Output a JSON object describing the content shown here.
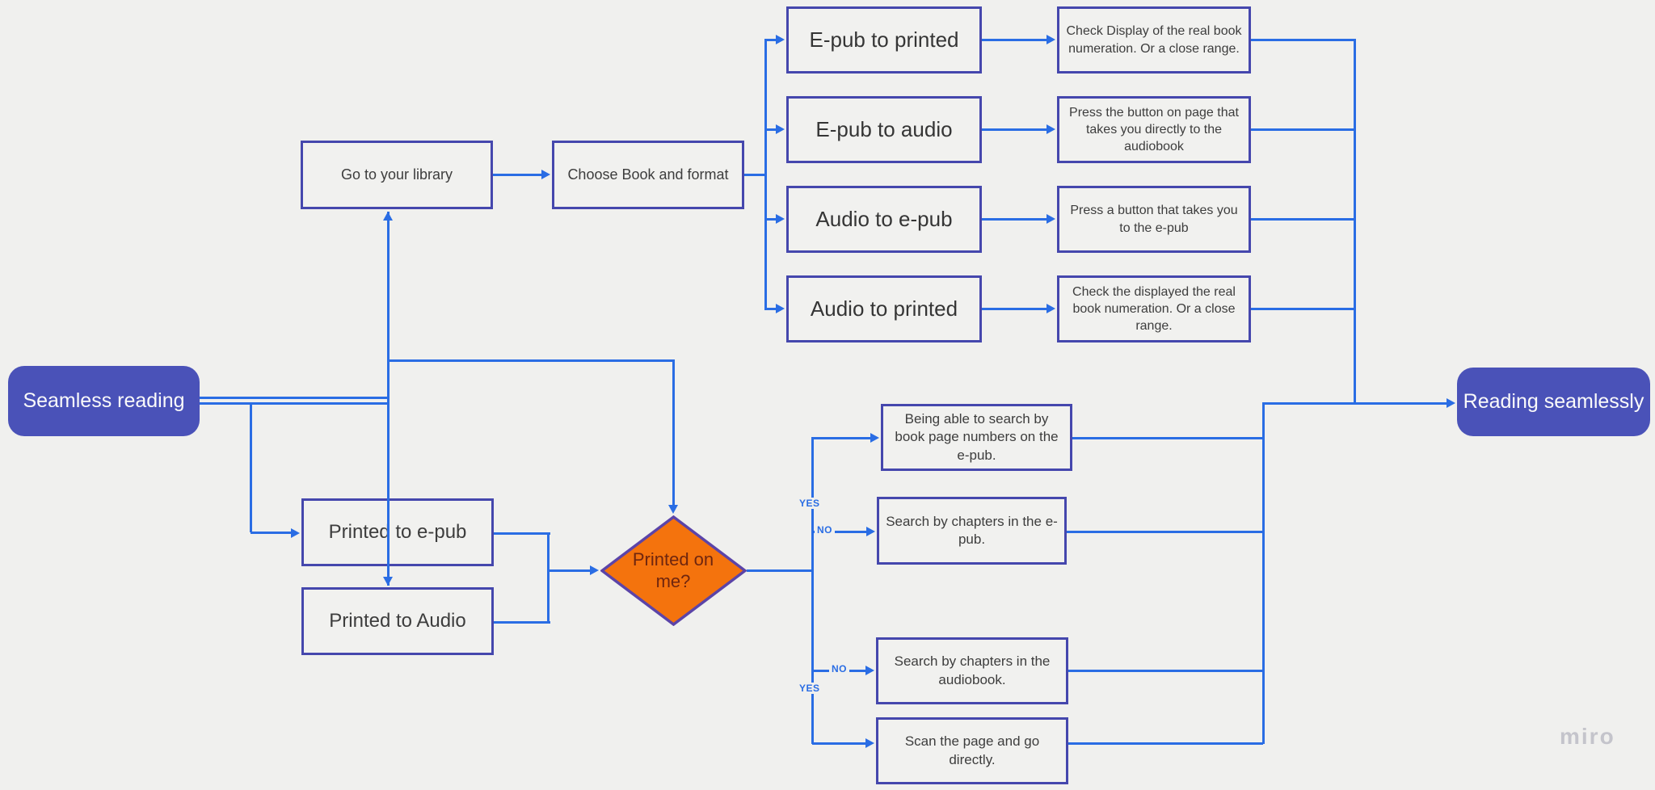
{
  "canvas": {
    "watermark": "miro"
  },
  "terminators": {
    "start": "Seamless reading",
    "end": "Reading seamlessly"
  },
  "process": {
    "go_to_library": "Go to your library",
    "choose_book": "Choose Book and format",
    "printed_to_epub": "Printed to e-pub",
    "printed_to_audio": "Printed to Audio"
  },
  "formats": [
    {
      "label": "E-pub to printed",
      "description": "Check Display of the real book numeration. Or a close range."
    },
    {
      "label": "E-pub to audio",
      "description": "Press the button on page that takes you directly to the audiobook"
    },
    {
      "label": "Audio to e-pub",
      "description": "Press a button that takes you to the e-pub"
    },
    {
      "label": "Audio to printed",
      "description": "Check the displayed the real book numeration. Or a close range."
    }
  ],
  "decision": {
    "label": "Printed on me?"
  },
  "outcomes": {
    "search_page_numbers": "Being able to search by book page numbers on the e-pub.",
    "search_chapters_epub": "Search by chapters in the e-pub.",
    "search_chapters_audiobook": "Search by chapters in the audiobook.",
    "scan_page": "Scan the page and go directly."
  },
  "edge_labels": {
    "yes_top": "YES",
    "no_top": "NO",
    "no_bottom": "NO",
    "yes_bottom": "YES"
  },
  "colors": {
    "connector": "#2a6de4",
    "shape_border": "#4547ad",
    "terminator_fill": "#4a52b8",
    "decision_fill": "#f4730d",
    "decision_border": "#5b44a8",
    "background": "#f0f0ee"
  }
}
